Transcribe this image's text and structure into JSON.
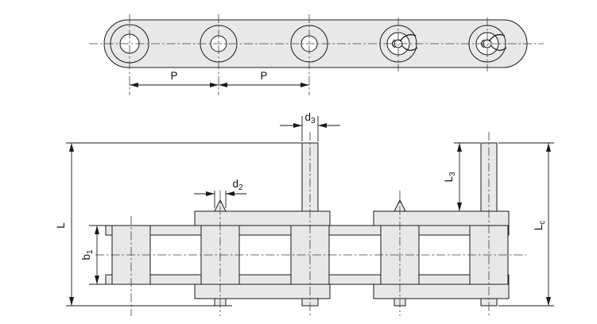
{
  "drawing": {
    "colors": {
      "background": "#ffffff",
      "part_fill": "#e8e8e8",
      "outline": "#1a1a1a",
      "centerline": "#3c3c3c"
    },
    "labels": {
      "pitch_left": {
        "base": "P",
        "sub": ""
      },
      "pitch_right": {
        "base": "P",
        "sub": ""
      },
      "extended_pin_diameter": {
        "base": "d",
        "sub": "3"
      },
      "pin_tip_diameter": {
        "base": "d",
        "sub": "2"
      },
      "pin_length_left": {
        "base": "L",
        "sub": ""
      },
      "inner_width": {
        "base": "b",
        "sub": "1"
      },
      "pin_extension_length": {
        "base": "L",
        "sub": "3"
      },
      "overall_pin_length": {
        "base": "L",
        "sub": "c"
      }
    }
  }
}
